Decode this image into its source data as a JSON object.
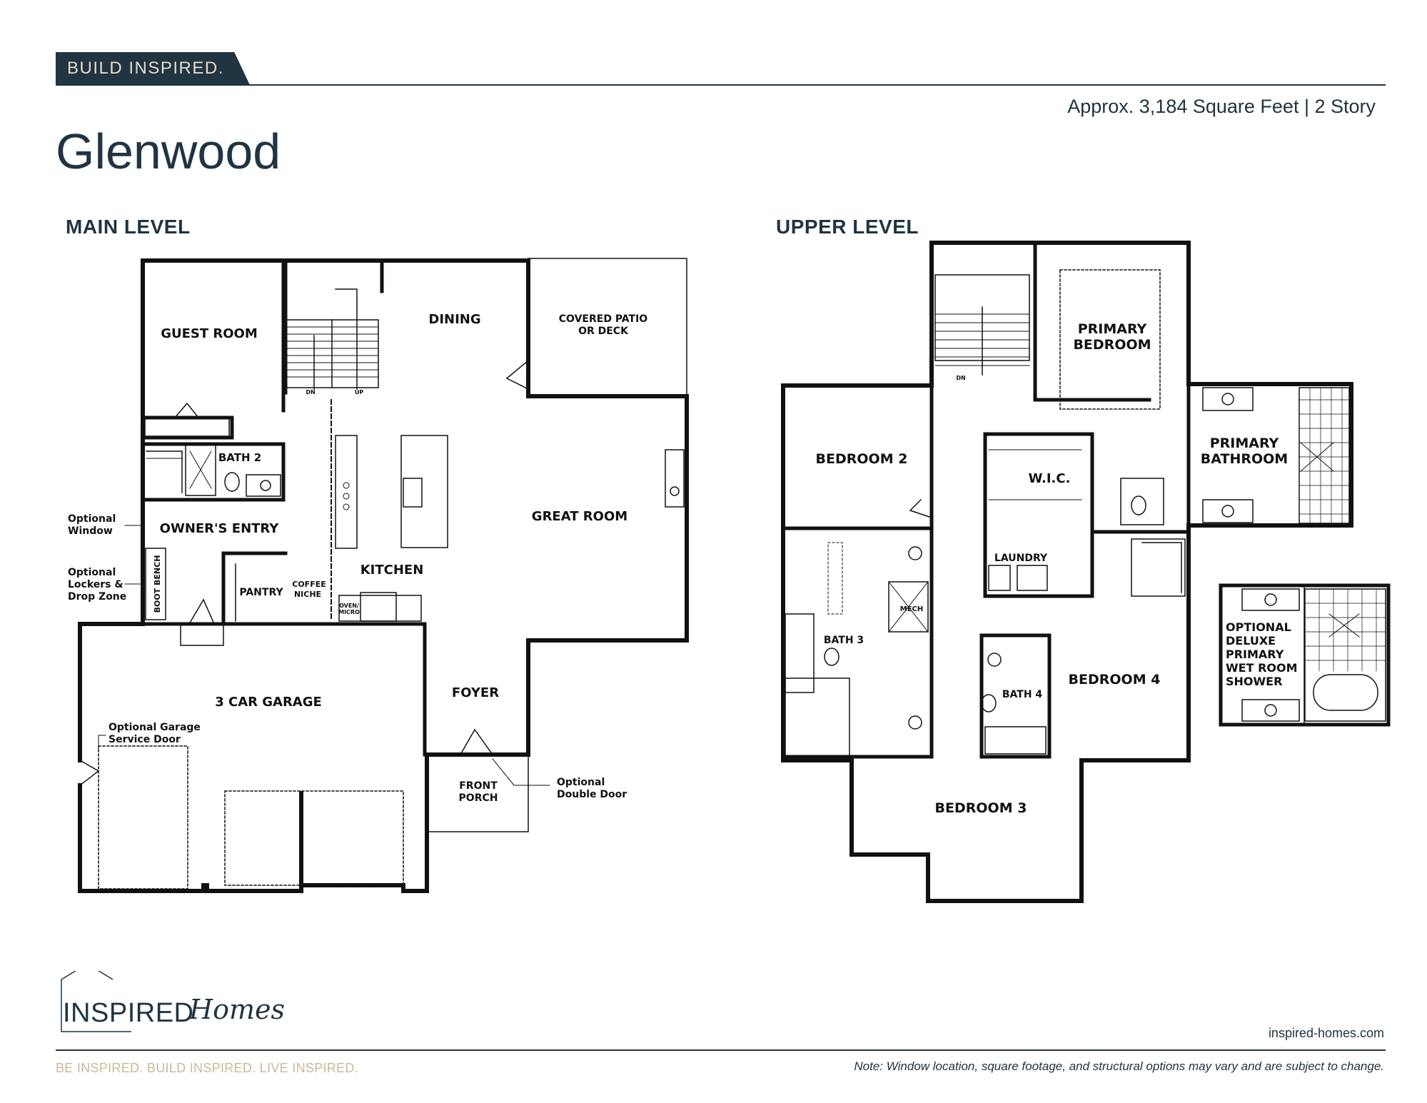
{
  "header": {
    "banner": "BUILD INSPIRED.",
    "sqft": "Approx. 3,184 Square Feet | 2 Story",
    "title": "Glenwood"
  },
  "main_level": {
    "label": "MAIN LEVEL",
    "rooms": {
      "guest_room": "GUEST ROOM",
      "dining": "DINING",
      "patio_1": "COVERED PATIO",
      "patio_2": "OR DECK",
      "bath2": "BATH 2",
      "great_room": "GREAT ROOM",
      "owners_entry": "OWNER'S ENTRY",
      "kitchen": "KITCHEN",
      "pantry": "PANTRY",
      "coffee_1": "COFFEE",
      "coffee_2": "NICHE",
      "oven_1": "OVEN/",
      "oven_2": "MICRO",
      "boot_bench": "BOOT BENCH",
      "garage": "3 CAR GARAGE",
      "foyer": "FOYER",
      "porch_1": "FRONT",
      "porch_2": "PORCH",
      "stair_dn": "DN",
      "stair_up": "UP"
    },
    "notes": {
      "window_1": "Optional",
      "window_2": "Window",
      "lockers_1": "Optional",
      "lockers_2": "Lockers &",
      "lockers_3": "Drop Zone",
      "service_1": "Optional Garage",
      "service_2": "Service Door",
      "double_1": "Optional",
      "double_2": "Double Door"
    }
  },
  "upper_level": {
    "label": "UPPER LEVEL",
    "rooms": {
      "primary_bed_1": "PRIMARY",
      "primary_bed_2": "BEDROOM",
      "bedroom2": "BEDROOM 2",
      "primary_bath_1": "PRIMARY",
      "primary_bath_2": "BATHROOM",
      "wic": "W.I.C.",
      "laundry": "LAUNDRY",
      "mech": "MECH",
      "bath3": "BATH 3",
      "bath4": "BATH 4",
      "bedroom4": "BEDROOM 4",
      "bedroom3": "BEDROOM 3",
      "stair_dn": "DN"
    },
    "option": {
      "line1": "OPTIONAL",
      "line2": "DELUXE",
      "line3": "PRIMARY",
      "line4": "WET ROOM",
      "line5": "SHOWER"
    }
  },
  "footer": {
    "logo_word": "INSPIRED",
    "logo_script": "Homes",
    "website": "inspired-homes.com",
    "slogan": "BE INSPIRED. BUILD INSPIRED. LIVE INSPIRED.",
    "disclaimer": "Note: Window location, square footage, and structural options may vary and are subject to change."
  },
  "colors": {
    "navy": "#203442",
    "tan": "#c9b99a",
    "banner_text": "#e6dccb"
  }
}
